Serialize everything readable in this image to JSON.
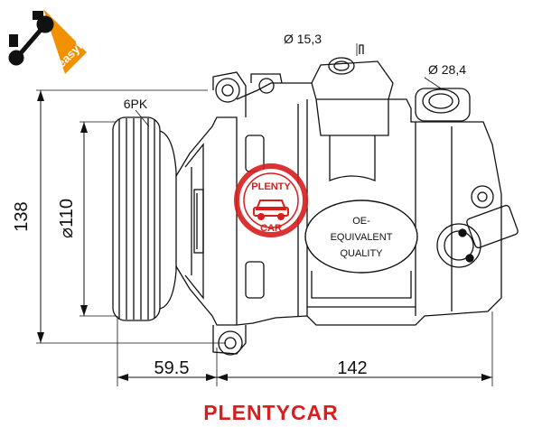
{
  "brand": {
    "badge_text": "easyfit",
    "watermark_top": "PLENTY",
    "watermark_bottom": "CAR",
    "footer": "PLENTYCAR"
  },
  "dimensions": {
    "height": "138",
    "pulley_diameter": "⌀110",
    "belt": "6PK",
    "port_small": "Ø 15,3",
    "port_large": "Ø 28,4",
    "pulley_offset": "59.5",
    "body_length": "142"
  },
  "label": {
    "line1": "OE-",
    "line2": "EQUIVALENT",
    "line3": "QUALITY"
  },
  "colors": {
    "line": "#111111",
    "badge": "#f29100",
    "watermark_red": "#d81e1e",
    "watermark_grey": "#c9c9c9"
  }
}
